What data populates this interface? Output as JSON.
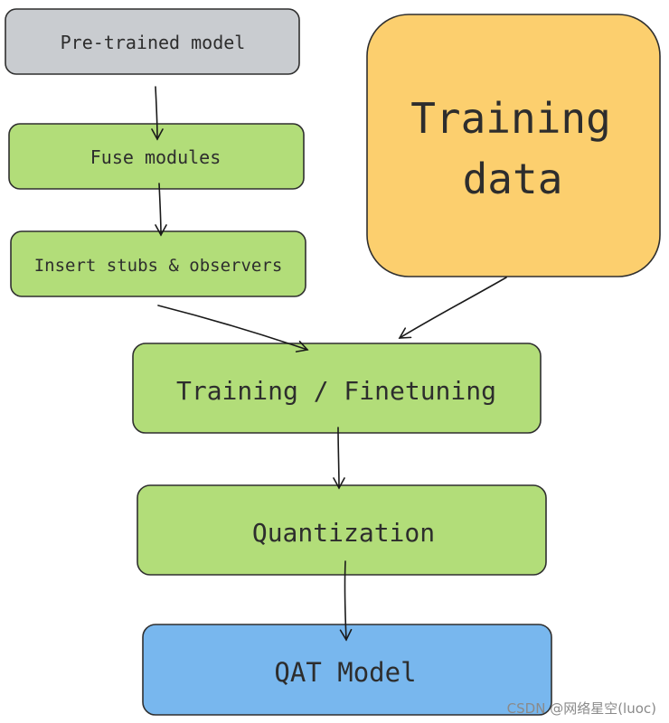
{
  "nodes": {
    "pretrained": {
      "label": "Pre-trained model",
      "fill": "#c9ccd0"
    },
    "fuse": {
      "label": "Fuse modules",
      "fill": "#b2dd79"
    },
    "insert": {
      "label": "Insert stubs & observers",
      "fill": "#b2dd79"
    },
    "training_data": {
      "line1": "Training",
      "line2": "data",
      "fill": "#fccf6e"
    },
    "training": {
      "label": "Training / Finetuning",
      "fill": "#b2dd79"
    },
    "quantization": {
      "label": "Quantization",
      "fill": "#b2dd79"
    },
    "qat_model": {
      "label": "QAT Model",
      "fill": "#78b7ee"
    }
  },
  "watermark": "CSDN @网络星空(luoc)"
}
